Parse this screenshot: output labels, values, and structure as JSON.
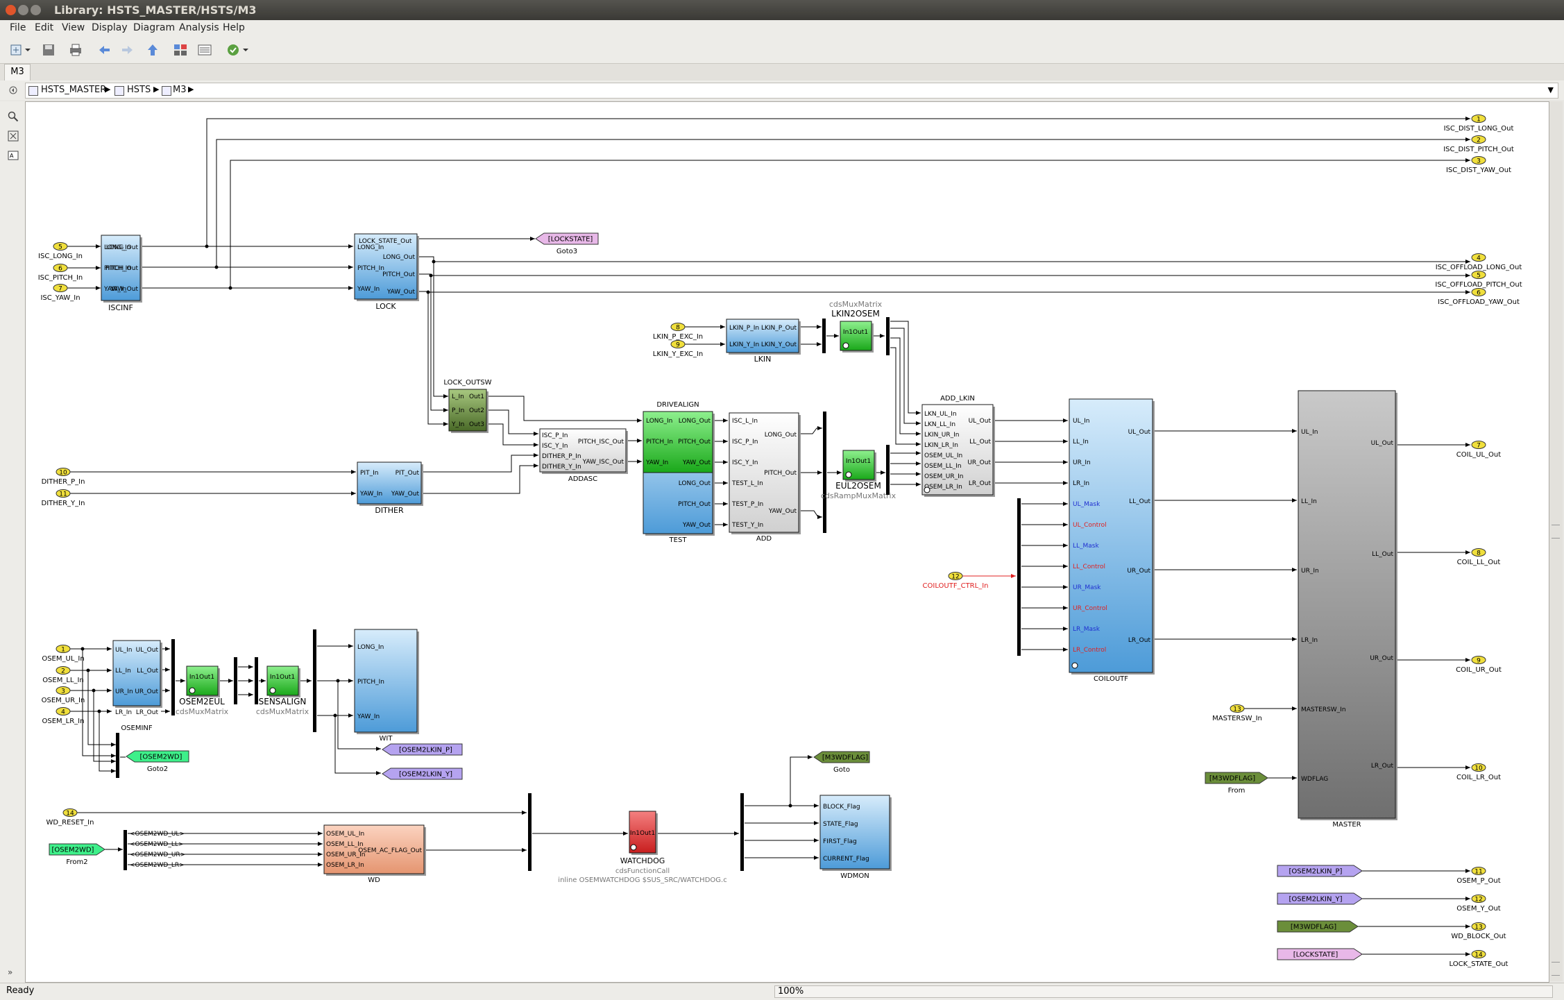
{
  "window": {
    "title": "Library: HSTS_MASTER/HSTS/M3"
  },
  "menu": [
    "File",
    "Edit",
    "View",
    "Display",
    "Diagram",
    "Analysis",
    "Help"
  ],
  "tab": "M3",
  "breadcrumb": [
    "HSTS_MASTER",
    "HSTS",
    "M3"
  ],
  "status": {
    "left": "Ready",
    "zoom": "100%"
  },
  "colors": {
    "blue": "#5ba3dc",
    "green": "#2ecc2e",
    "dkgreen": "#6b8e3a",
    "purple": "#b5a3f0",
    "salmon": "#f0b090",
    "red": "#e03030",
    "pink": "#e8b8e8",
    "gray": "#8c8c8c"
  },
  "diagram": {
    "inports": [
      {
        "num": "5",
        "label": "ISC_LONG_In"
      },
      {
        "num": "6",
        "label": "ISC_PITCH_In"
      },
      {
        "num": "7",
        "label": "ISC_YAW_In"
      },
      {
        "num": "8",
        "label": "LKIN_P_EXC_In"
      },
      {
        "num": "9",
        "label": "LKIN_Y_EXC_In"
      },
      {
        "num": "10",
        "label": "DITHER_P_In"
      },
      {
        "num": "11",
        "label": "DITHER_Y_In"
      },
      {
        "num": "12",
        "label": "COILOUTF_CTRL_In"
      },
      {
        "num": "1",
        "label": "OSEM_UL_In"
      },
      {
        "num": "2",
        "label": "OSEM_LL_In"
      },
      {
        "num": "3",
        "label": "OSEM_UR_In"
      },
      {
        "num": "4",
        "label": "OSEM_LR_In"
      },
      {
        "num": "13",
        "label": "MASTERSW_In"
      },
      {
        "num": "14",
        "label": "WD_RESET_In"
      }
    ],
    "outports": [
      {
        "num": "1",
        "label": "ISC_DIST_LONG_Out"
      },
      {
        "num": "2",
        "label": "ISC_DIST_PITCH_Out"
      },
      {
        "num": "3",
        "label": "ISC_DIST_YAW_Out"
      },
      {
        "num": "4",
        "label": "ISC_OFFLOAD_LONG_Out"
      },
      {
        "num": "5",
        "label": "ISC_OFFLOAD_PITCH_Out"
      },
      {
        "num": "6",
        "label": "ISC_OFFLOAD_YAW_Out"
      },
      {
        "num": "7",
        "label": "COIL_UL_Out"
      },
      {
        "num": "8",
        "label": "COIL_LL_Out"
      },
      {
        "num": "9",
        "label": "COIL_UR_Out"
      },
      {
        "num": "10",
        "label": "COIL_LR_Out"
      },
      {
        "num": "11",
        "label": "OSEM_P_Out"
      },
      {
        "num": "12",
        "label": "OSEM_Y_Out"
      },
      {
        "num": "13",
        "label": "WD_BLOCK_Out"
      },
      {
        "num": "14",
        "label": "LOCK_STATE_Out"
      }
    ],
    "blocks": {
      "iscinf": {
        "name": "ISCINF",
        "in": [
          "LONG_In",
          "PITCH_In",
          "YAW_In"
        ],
        "out": [
          "LONG_Out",
          "PITCH_Out",
          "YAW_Out"
        ]
      },
      "lock": {
        "name": "LOCK",
        "in": [
          "LONG_In",
          "PITCH_In",
          "YAW_In"
        ],
        "out": [
          "LOCK_STATE_Out",
          "LONG_Out",
          "PITCH_Out",
          "YAW_Out"
        ]
      },
      "lkin": {
        "name": "LKIN",
        "in": [
          "LKIN_P_In",
          "LKIN_Y_In"
        ],
        "out": [
          "LKIN_P_Out",
          "LKIN_Y_Out"
        ]
      },
      "lkin2osem": {
        "name": "LKIN2OSEM",
        "lib": "cdsMuxMatrix",
        "inner": "In1Out1"
      },
      "lockoutsw": {
        "name": "LOCK_OUTSW",
        "in": [
          "L_In",
          "P_In",
          "Y_In"
        ],
        "out": [
          "Out1",
          "Out2",
          "Out3"
        ]
      },
      "drivealign": {
        "name": "DRIVEALIGN",
        "in": [
          "LONG_In",
          "PITCH_In",
          "YAW_In"
        ],
        "out": [
          "LONG_Out",
          "PITCH_Out",
          "YAW_Out"
        ]
      },
      "test": {
        "name": "TEST",
        "out": [
          "LONG_Out",
          "PITCH_Out",
          "YAW_Out"
        ]
      },
      "addasc": {
        "name": "ADDASC",
        "in": [
          "ISC_P_In",
          "ISC_Y_In",
          "DITHER_P_In",
          "DITHER_Y_In"
        ],
        "out": [
          "PITCH_ISC_Out",
          "YAW_ISC_Out"
        ]
      },
      "dither": {
        "name": "DITHER",
        "in": [
          "PIT_In",
          "YAW_In"
        ],
        "out": [
          "PIT_Out",
          "YAW_Out"
        ]
      },
      "add": {
        "name": "ADD",
        "in": [
          "ISC_L_In",
          "ISC_P_In",
          "ISC_Y_In",
          "TEST_L_In",
          "TEST_P_In",
          "TEST_Y_In"
        ],
        "out": [
          "LONG_Out",
          "PITCH_Out",
          "YAW_Out"
        ]
      },
      "eul2osem": {
        "name": "EUL2OSEM",
        "lib": "cdsRampMuxMatrix",
        "inner": "In1Out1"
      },
      "addlkin": {
        "name": "ADD_LKIN",
        "in": [
          "LKN_UL_In",
          "LKN_LL_In",
          "LKIN_UR_In",
          "LKIN_LR_In",
          "OSEM_UL_In",
          "OSEM_LL_In",
          "OSEM_UR_In",
          "OSEM_LR_In"
        ],
        "out": [
          "UL_Out",
          "LL_Out",
          "UR_Out",
          "LR_Out"
        ]
      },
      "coiloutf": {
        "name": "COILOUTF",
        "in": [
          "UL_In",
          "LL_In",
          "UR_In",
          "LR_In",
          "UL_Mask",
          "UL_Control",
          "LL_Mask",
          "LL_Control",
          "UR_Mask",
          "UR_Control",
          "LR_Mask",
          "LR_Control"
        ],
        "out": [
          "UL_Out",
          "LL_Out",
          "UR_Out",
          "LR_Out"
        ]
      },
      "master": {
        "name": "MASTER",
        "in": [
          "UL_In",
          "LL_In",
          "UR_In",
          "LR_In",
          "MASTERSW_In",
          "WDFLAG"
        ],
        "out": [
          "UL_Out",
          "LL_Out",
          "UR_Out",
          "LR_Out"
        ]
      },
      "oseminf": {
        "name": "OSEMINF",
        "in": [
          "UL_In",
          "LL_In",
          "UR_In",
          "LR_In"
        ],
        "out": [
          "UL_Out",
          "LL_Out",
          "UR_Out",
          "LR_Out"
        ]
      },
      "osem2eul": {
        "name": "OSEM2EUL",
        "lib": "cdsMuxMatrix",
        "inner": "In1Out1"
      },
      "sensalign": {
        "name": "SENSALIGN",
        "lib": "cdsMuxMatrix",
        "inner": "In1Out1"
      },
      "wit": {
        "name": "WIT",
        "in": [
          "LONG_In",
          "PITCH_In",
          "YAW_In"
        ]
      },
      "wd": {
        "name": "WD",
        "in": [
          "OSEM_UL_In",
          "OSEM_LL_In",
          "OSEM_UR_In",
          "OSEM_LR_In"
        ],
        "out": [
          "OSEM_AC_FLAG_Out"
        ]
      },
      "watchdog": {
        "name": "WATCHDOG",
        "lib": "cdsFunctionCall",
        "inner": "In1Out1",
        "desc": "inline OSEMWATCHDOG $SUS_SRC/WATCHDOG.c"
      },
      "wdmon": {
        "name": "WDMON",
        "in": [
          "BLOCK_Flag",
          "STATE_Flag",
          "FIRST_Flag",
          "CURRENT_Flag"
        ]
      }
    },
    "tags": {
      "goto3": {
        "text": "[LOCKSTATE]",
        "name": "Goto3"
      },
      "goto2": {
        "text": "[OSEM2WD]",
        "name": "Goto2"
      },
      "from2": {
        "text": "[OSEM2WD]",
        "name": "From2"
      },
      "osem2lkin_p": {
        "text": "[OSEM2LKIN_P]"
      },
      "osem2lkin_y": {
        "text": "[OSEM2LKIN_Y]"
      },
      "m3wdflag_goto": {
        "text": "[M3WDFLAG]",
        "name": "Goto"
      },
      "m3wdflag_from": {
        "text": "[M3WDFLAG]",
        "name": "From"
      },
      "from_p": {
        "text": "[OSEM2LKIN_P]"
      },
      "from_y": {
        "text": "[OSEM2LKIN_Y]"
      },
      "from_wd": {
        "text": "[M3WDFLAG]"
      },
      "from_lock": {
        "text": "[LOCKSTATE]"
      }
    },
    "bus_labels": [
      "<OSEM2WD_UL>",
      "<OSEM2WD_LL>",
      "<OSEM2WD_UR>",
      "<OSEM2WD_LR>"
    ]
  }
}
